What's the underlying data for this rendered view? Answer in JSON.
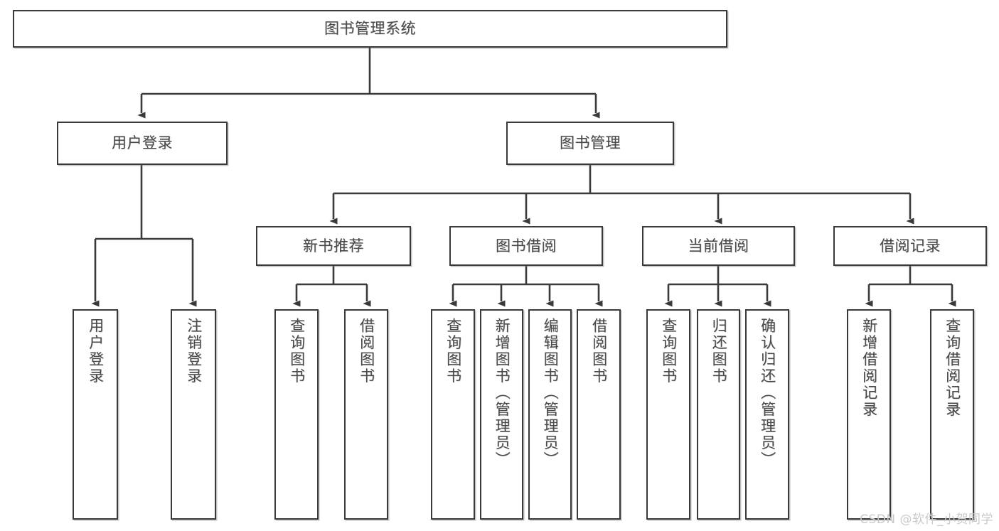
{
  "diagram": {
    "title": "图书管理系统",
    "watermark": "CSDN @软件_小贺同学",
    "stroke_color": "#3a3a3a",
    "text_color": "#4a4a4a",
    "background": "#ffffff",
    "nodes": {
      "root": "图书管理系统",
      "level2": {
        "user_login": "用户登录",
        "book_manage": "图书管理"
      },
      "level3": {
        "new_book_recommend": "新书推荐",
        "book_borrow": "图书借阅",
        "current_borrow": "当前借阅",
        "borrow_record": "借阅记录"
      },
      "leaves": {
        "user_login_children": [
          "用户登录",
          "注销登录"
        ],
        "new_book_recommend_children": [
          "查询图书",
          "借阅图书"
        ],
        "book_borrow_children": [
          "查询图书",
          "新增图书（管理员）",
          "编辑图书（管理员）",
          "借阅图书"
        ],
        "current_borrow_children": [
          "查询图书",
          "归还图书",
          "确认归还（管理员）"
        ],
        "borrow_record_children": [
          "新增借阅记录",
          "查询借阅记录"
        ]
      }
    }
  }
}
